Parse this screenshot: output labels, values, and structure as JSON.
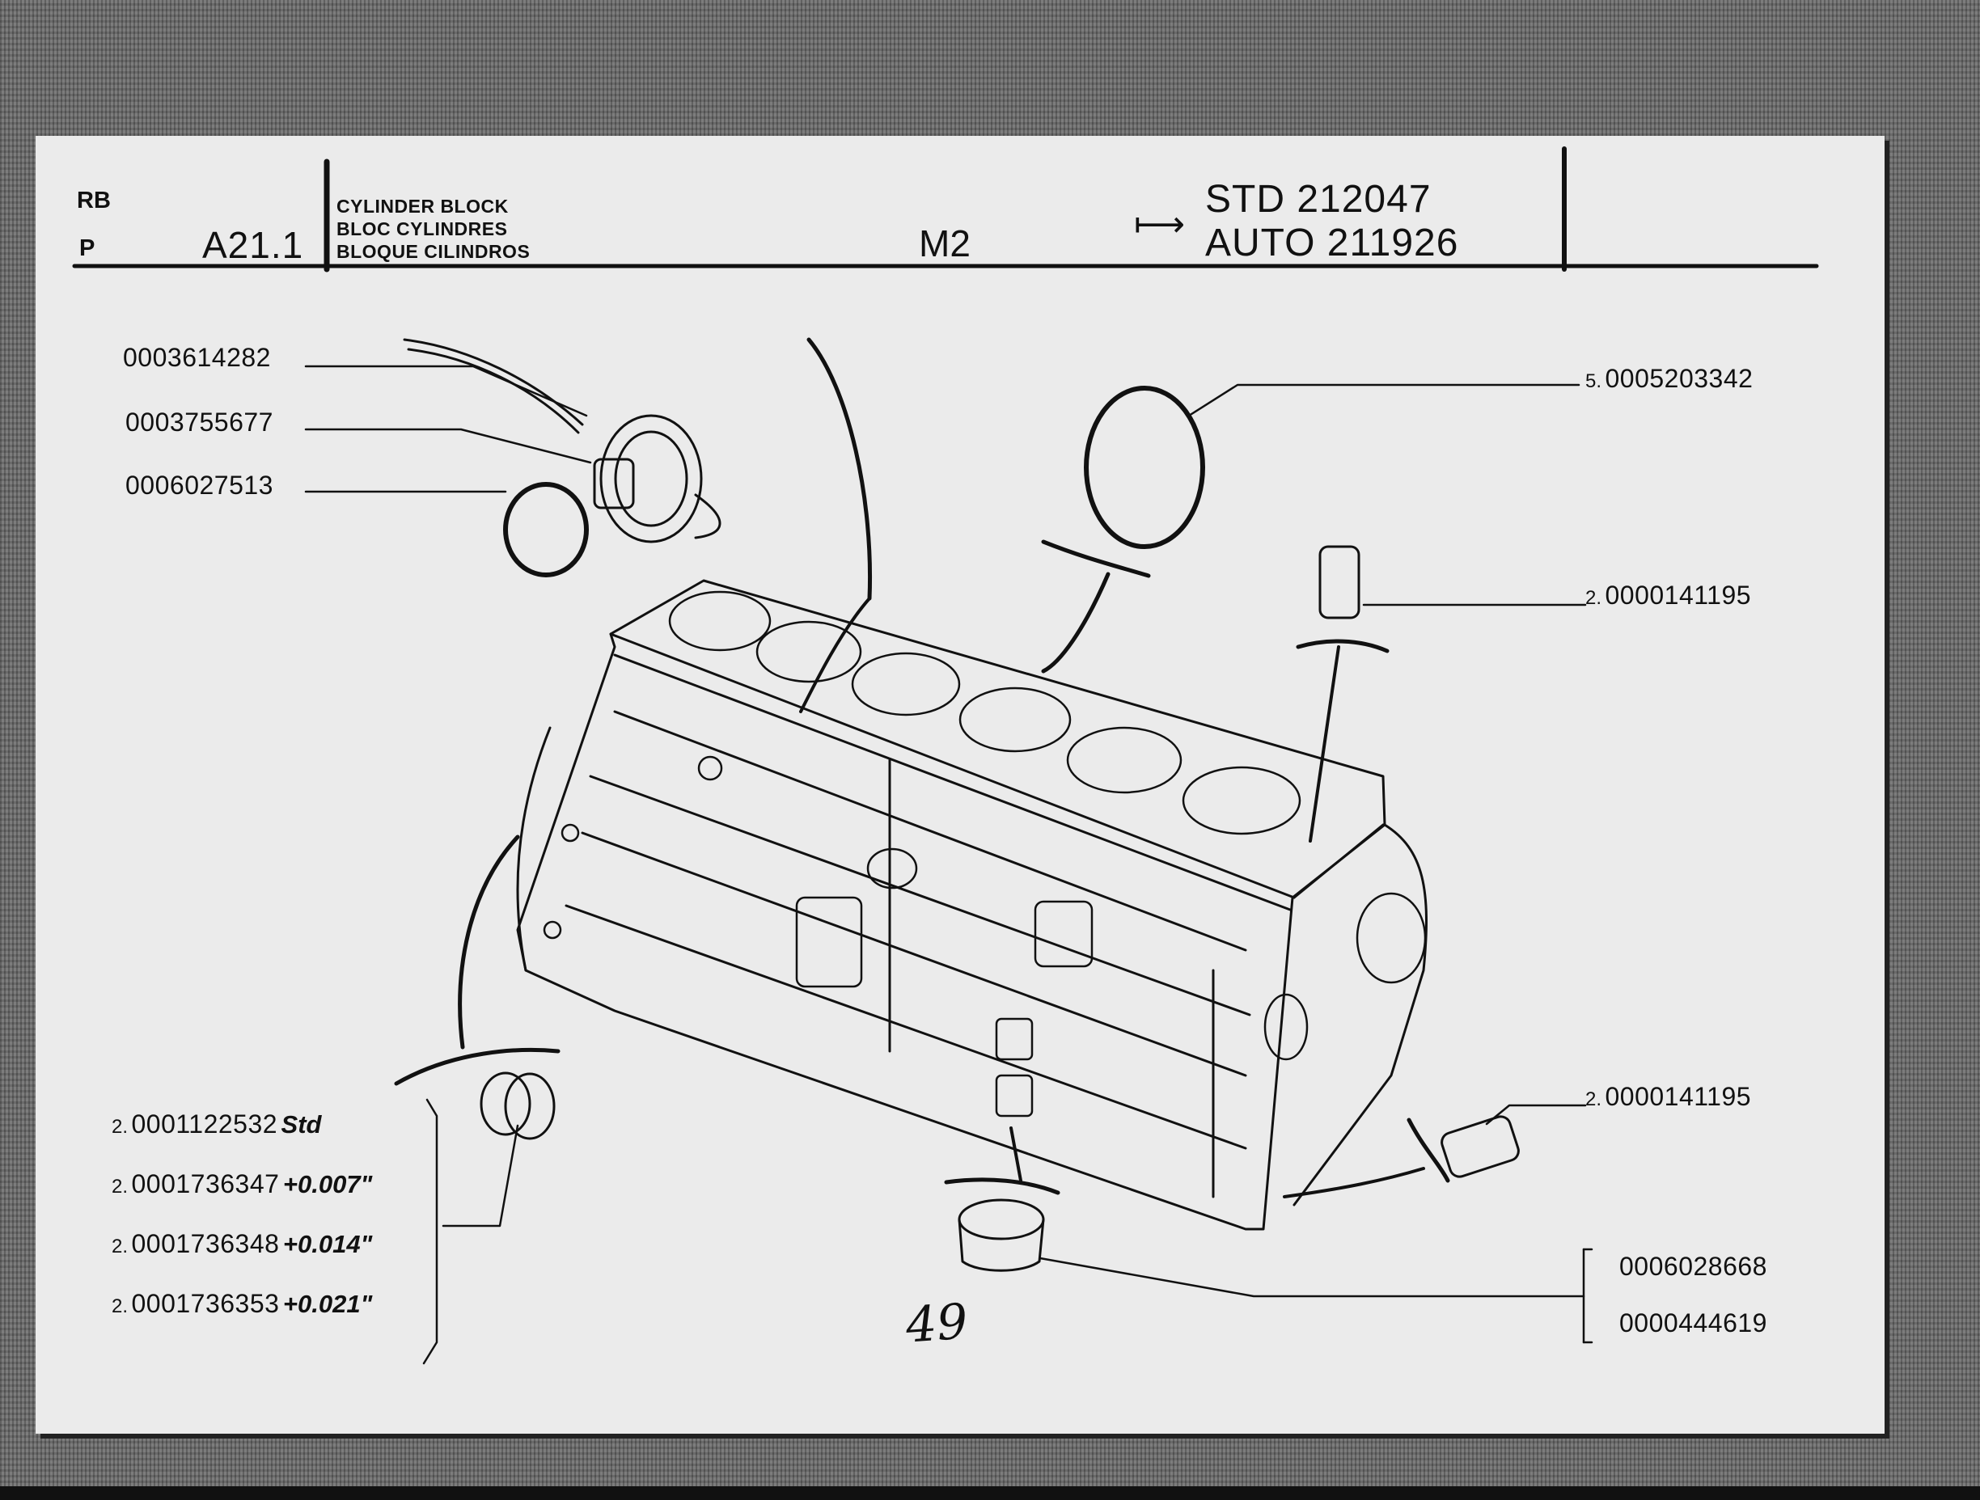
{
  "header": {
    "lang_top": "RB",
    "lang_bottom": "P",
    "page_code": "A21.1",
    "titles": [
      "CYLINDER BLOCK",
      "BLOC CYLINDRES",
      "BLOQUE CILINDROS"
    ],
    "model": "M2",
    "arrow_symbol": "⟼",
    "serial_std": "STD 212047",
    "serial_auto": "AUTO 211926"
  },
  "parts_left_top": [
    {
      "part_no": "0003614282"
    },
    {
      "part_no": "0003755677"
    },
    {
      "part_no": "0006027513"
    }
  ],
  "parts_right": [
    {
      "qty": "5.",
      "part_no": "0005203342"
    },
    {
      "qty": "2.",
      "part_no": "0000141195"
    },
    {
      "qty": "2.",
      "part_no": "0000141195"
    }
  ],
  "bearing_parts": [
    {
      "qty": "2.",
      "part_no": "0001122532",
      "tolerance": "Std"
    },
    {
      "qty": "2.",
      "part_no": "0001736347",
      "tolerance": "+0.007\""
    },
    {
      "qty": "2.",
      "part_no": "0001736348",
      "tolerance": "+0.014\""
    },
    {
      "qty": "2.",
      "part_no": "0001736353",
      "tolerance": "+0.021\""
    }
  ],
  "plug_parts": [
    {
      "part_no": "0006028668"
    },
    {
      "part_no": "0000444619"
    }
  ],
  "handwritten_note": "49",
  "colors": {
    "paper": "#ebebeb",
    "ink": "#111111",
    "backdrop": "#707070"
  }
}
